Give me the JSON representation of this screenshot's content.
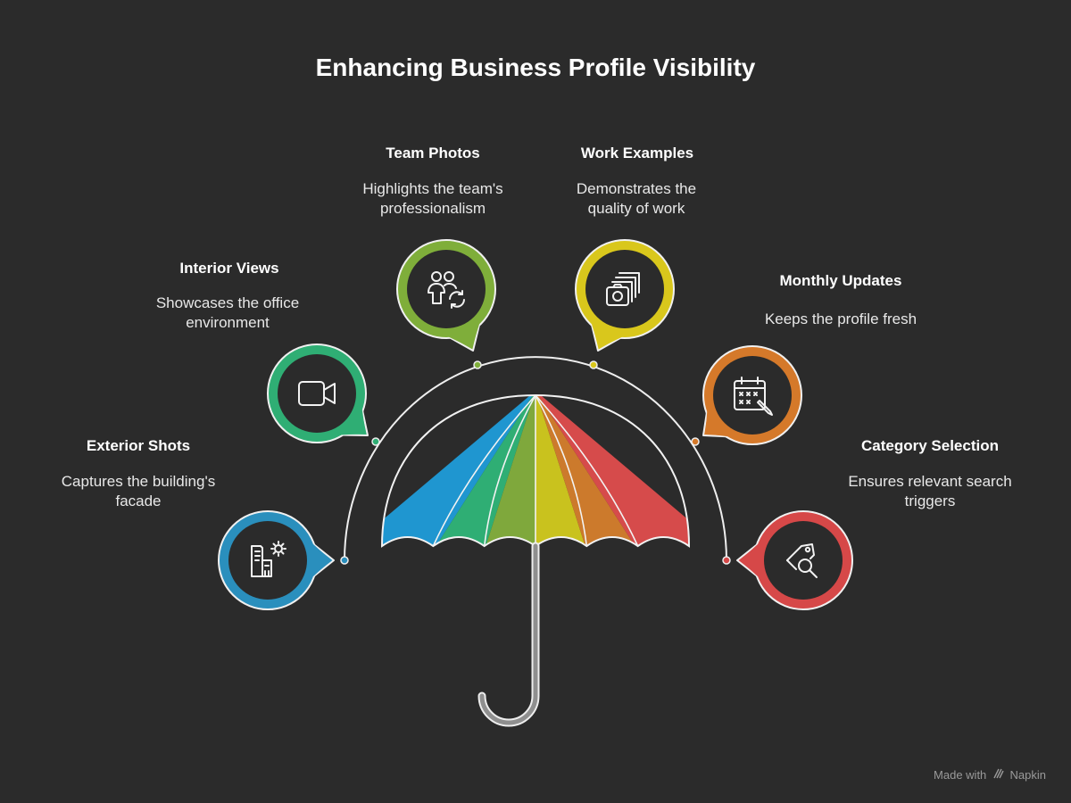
{
  "title": "Enhancing Business Profile Visibility",
  "items": [
    {
      "id": "exterior",
      "title": "Exterior Shots",
      "desc": "Captures the building's facade",
      "color": "#2a8fbd",
      "icon": "building-sun-icon"
    },
    {
      "id": "interior",
      "title": "Interior Views",
      "desc": "Showcases the office environment",
      "color": "#2fae74",
      "icon": "video-camera-icon"
    },
    {
      "id": "team",
      "title": "Team Photos",
      "desc": "Highlights the team's professionalism",
      "color": "#7fae3a",
      "icon": "team-refresh-icon"
    },
    {
      "id": "work",
      "title": "Work Examples",
      "desc": "Demonstrates the quality of work",
      "color": "#d9c71c",
      "icon": "photo-stack-icon"
    },
    {
      "id": "monthly",
      "title": "Monthly Updates",
      "desc": "Keeps the profile fresh",
      "color": "#d5792a",
      "icon": "calendar-edit-icon"
    },
    {
      "id": "category",
      "title": "Category Selection",
      "desc": "Ensures relevant search triggers",
      "color": "#d64848",
      "icon": "tag-search-icon"
    }
  ],
  "umbrella_colors": [
    "#1f96d0",
    "#2fae74",
    "#7fa83c",
    "#c9c21e",
    "#cc7a2c",
    "#d64b4b"
  ],
  "footer": {
    "made_with": "Made with",
    "brand": "Napkin"
  }
}
